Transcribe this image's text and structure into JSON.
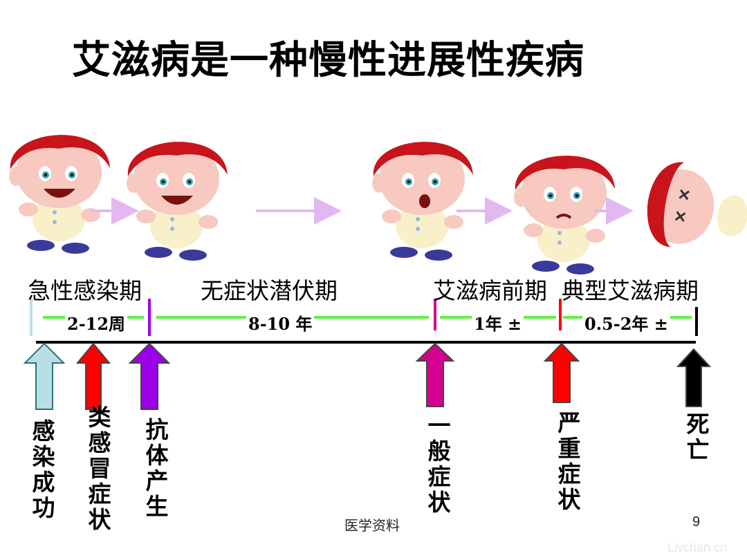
{
  "title": "艾滋病是一种慢性进展性疾病",
  "stages": [
    {
      "label": "急性感染期"
    },
    {
      "label": "无症状潜伏期"
    },
    {
      "label": "艾滋病前期"
    },
    {
      "label": "典型艾滋病期"
    }
  ],
  "durations": [
    {
      "label": "2-12周"
    },
    {
      "label": "8-10 年"
    },
    {
      "label": "1年 ±"
    },
    {
      "label": "0.5-2年 ±"
    }
  ],
  "events": [
    {
      "label": "感染成功",
      "color": "#b8dfe6"
    },
    {
      "label": "类感冒症状",
      "color": "#ff0000"
    },
    {
      "label": "抗体产生",
      "color": "#9b00e8"
    },
    {
      "label": "一般症状",
      "color": "#d4008f"
    },
    {
      "label": "严重症状",
      "color": "#ff0000"
    },
    {
      "label": "死亡",
      "color": "#000000"
    }
  ],
  "colors": {
    "timeline_segment": "#66ee44",
    "progress_arrow": "#e3b8f0",
    "hair": "#c8141a",
    "skin": "#f7c9c0"
  },
  "footer": "医学资料",
  "page_number": "9",
  "watermark": "Livchan.cn"
}
